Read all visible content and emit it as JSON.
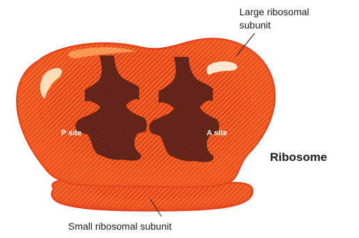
{
  "figure": {
    "large_subunit_label": [
      "Large ribosomal",
      "subunit"
    ],
    "small_subunit_label": "Small ribosomal subunit",
    "title": "Ribosome",
    "p_site_label": "P site",
    "a_site_label": "A site"
  },
  "colors": {
    "body_red": "#e8451d",
    "highlight": "#ffd9a8",
    "rim_orange": "#f6a23a",
    "site_brown": "#5e2216",
    "label_text": "#1a1a1a"
  }
}
